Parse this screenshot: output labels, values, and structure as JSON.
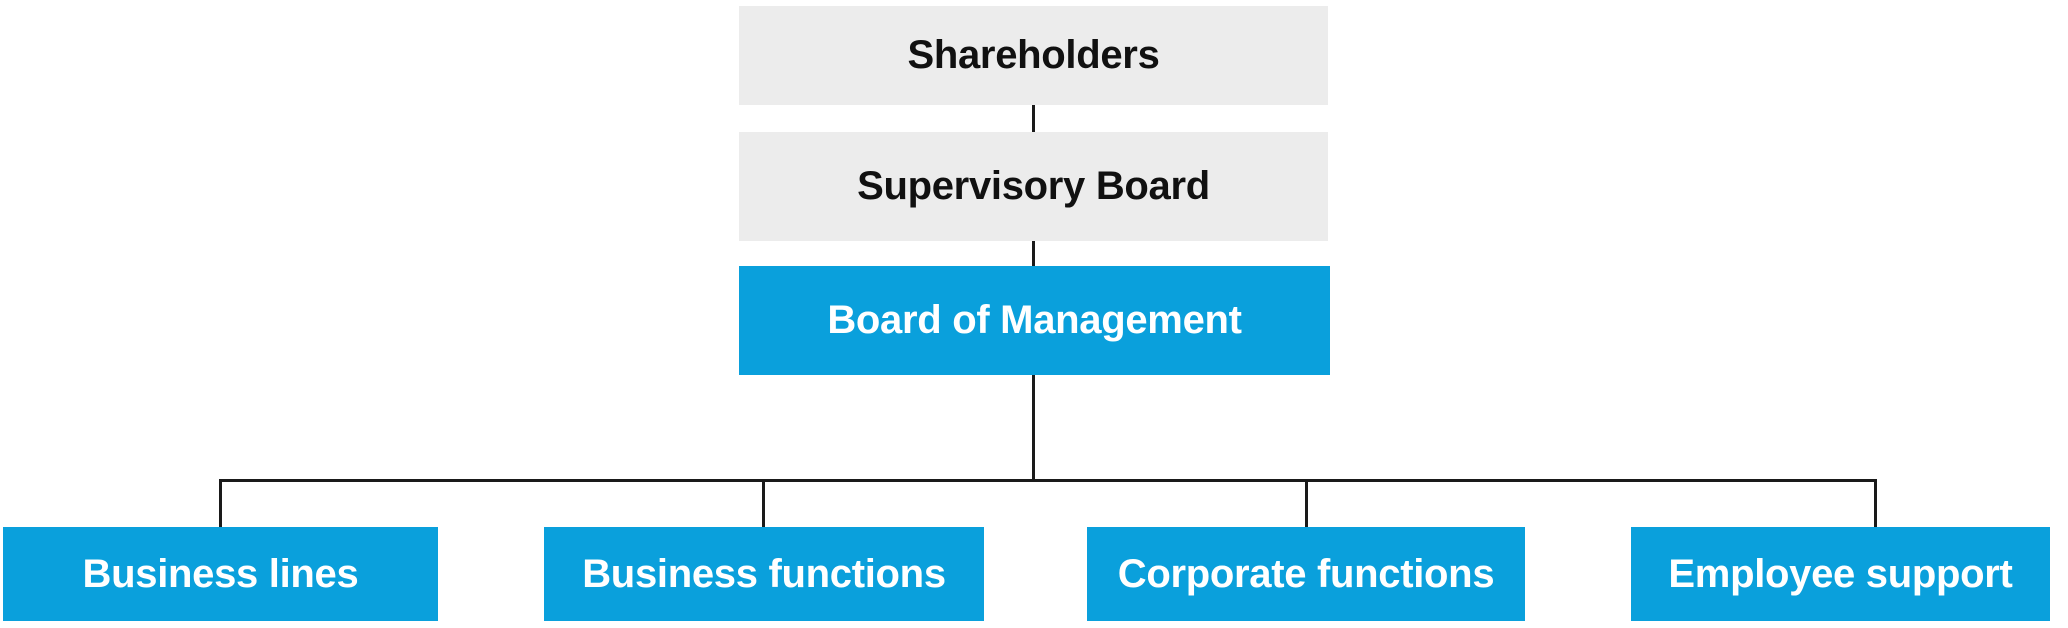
{
  "diagram": {
    "type": "org-chart",
    "nodes": {
      "shareholders": "Shareholders",
      "supervisory_board": "Supervisory Board",
      "board_of_management": "Board of Management",
      "business_lines": "Business lines",
      "business_functions": "Business functions",
      "corporate_functions": "Corporate functions",
      "employee_support": "Employee support"
    },
    "hierarchy": [
      {
        "parent": "Shareholders",
        "children": [
          "Supervisory Board"
        ]
      },
      {
        "parent": "Supervisory Board",
        "children": [
          "Board of Management"
        ]
      },
      {
        "parent": "Board of Management",
        "children": [
          "Business lines",
          "Business functions",
          "Corporate functions",
          "Employee support"
        ]
      }
    ]
  },
  "colors": {
    "background": "#ffffff",
    "box_gray": "#ececec",
    "box_blue": "#0aa0dc",
    "text_dark": "#111111",
    "text_light": "#ffffff",
    "connector": "#1a1a1a"
  }
}
